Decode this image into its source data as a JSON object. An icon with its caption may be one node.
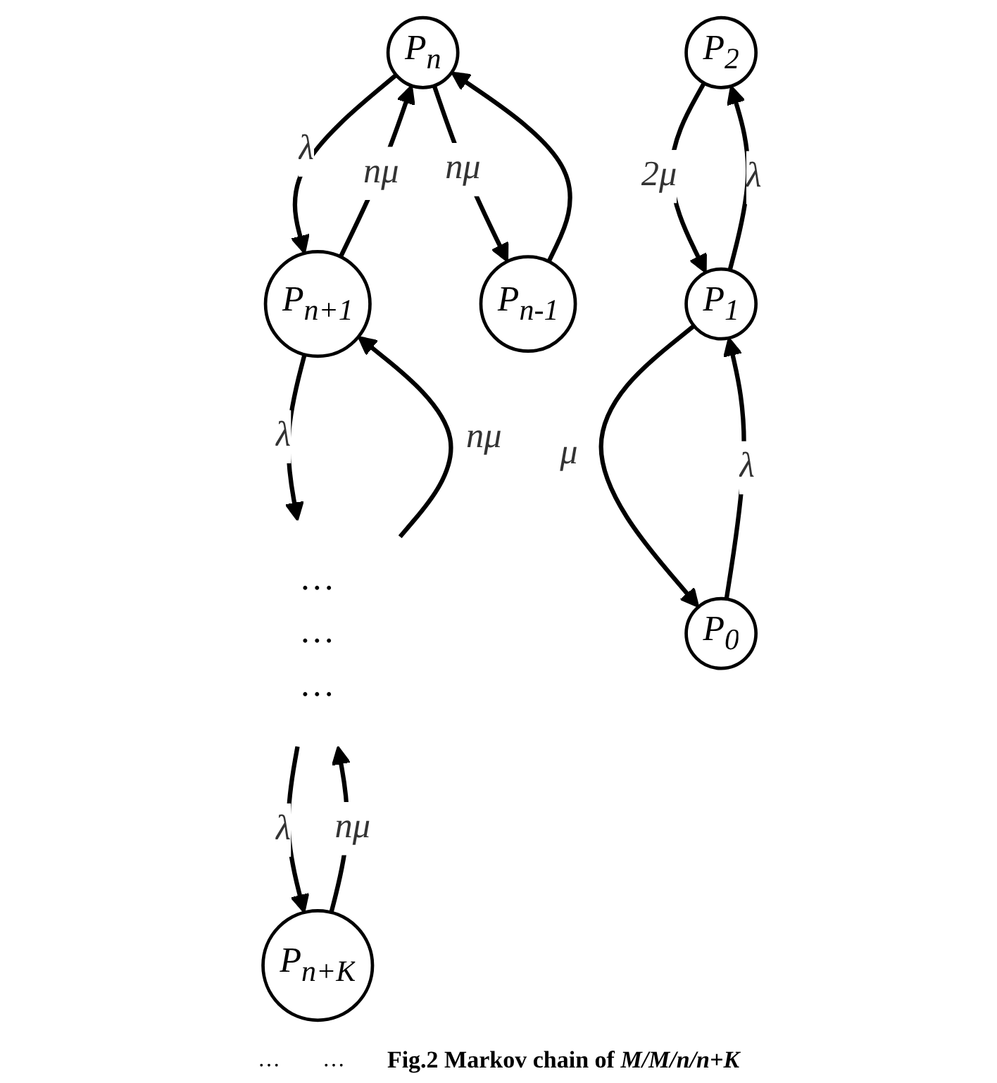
{
  "diagram": {
    "caption": "Fig.2 Markov chain of *M/M/n/n+K*",
    "nodes": [
      {
        "text": [
          "P$_{n}$"
        ]
      },
      {
        "text": [
          "P$_{n+1}$"
        ]
      },
      {
        "text": [
          "…",
          "…",
          "…"
        ]
      },
      {
        "text": [
          "P$_{n+K}$"
        ]
      },
      {
        "text": [
          "P$_{n-1}$"
        ]
      },
      {
        "text": [
          "P$_{2}$"
        ]
      },
      {
        "text": [
          "P$_{1}$"
        ]
      },
      {
        "text": [
          "P$_{0}$"
        ]
      }
    ],
    "edges": [
      {
        "from": 0,
        "to": 1,
        "arrow": "to",
        "label": "λ"
      },
      {
        "from": 1,
        "to": 0,
        "arrow": "to",
        "label": "nμ"
      },
      {
        "from": 1,
        "to": 2,
        "arrow": "to",
        "label": "λ"
      },
      {
        "from": 2,
        "to": 3,
        "arrow": "to",
        "label": "λ"
      },
      {
        "from": 3,
        "to": 2,
        "arrow": "to",
        "label": "nμ"
      },
      {
        "from": 2,
        "to": 1,
        "arrow": "to",
        "label": "nμ"
      },
      {
        "from": 0,
        "to": 4,
        "arrow": "to",
        "label": "nμ"
      },
      {
        "from": 4,
        "to": 0,
        "arrow": "to"
      },
      {
        "from": 5,
        "to": 6,
        "arrow": "to",
        "label": "2μ"
      },
      {
        "from": 6,
        "to": 5,
        "arrow": "to",
        "label": "λ"
      },
      {
        "from": 6,
        "to": 7,
        "arrow": "to",
        "label": "μ"
      },
      {
        "from": 7,
        "to": 6,
        "arrow": "to",
        "label": "λ"
      }
    ],
    "labels": [
      "…",
      "…"
    ]
  }
}
